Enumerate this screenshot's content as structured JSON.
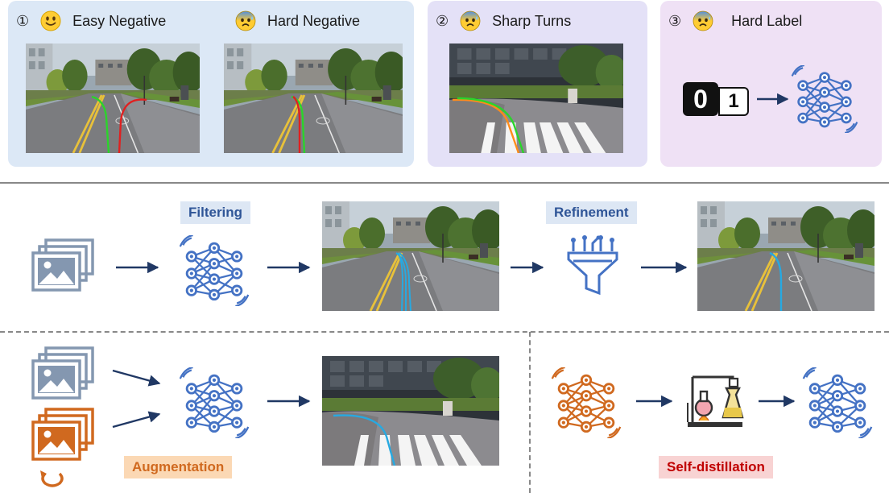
{
  "panel1": {
    "number": "①",
    "easy_label": "Easy Negative",
    "hard_label": "Hard Negative",
    "easy_emoji": "smiling-face",
    "hard_emoji": "anxious-face-with-sweat"
  },
  "panel2": {
    "number": "②",
    "label": "Sharp Turns",
    "emoji": "anxious-face-with-sweat"
  },
  "panel3": {
    "number": "③",
    "label": "Hard Label",
    "emoji": "anxious-face-with-sweat",
    "digit0": "0",
    "digit1": "1"
  },
  "row2": {
    "filtering": "Filtering",
    "refinement": "Refinement"
  },
  "row3": {
    "augmentation": "Augmentation",
    "self_distillation": "Self-distillation"
  },
  "colors": {
    "blue_icon": "#4472c4",
    "orange_icon": "#d0691f",
    "dark_arrow": "#203864",
    "trajectory_green": "#2bd42b",
    "trajectory_red": "#e02020",
    "trajectory_orange": "#ff8c1a",
    "trajectory_cyan": "#27a9e1"
  }
}
